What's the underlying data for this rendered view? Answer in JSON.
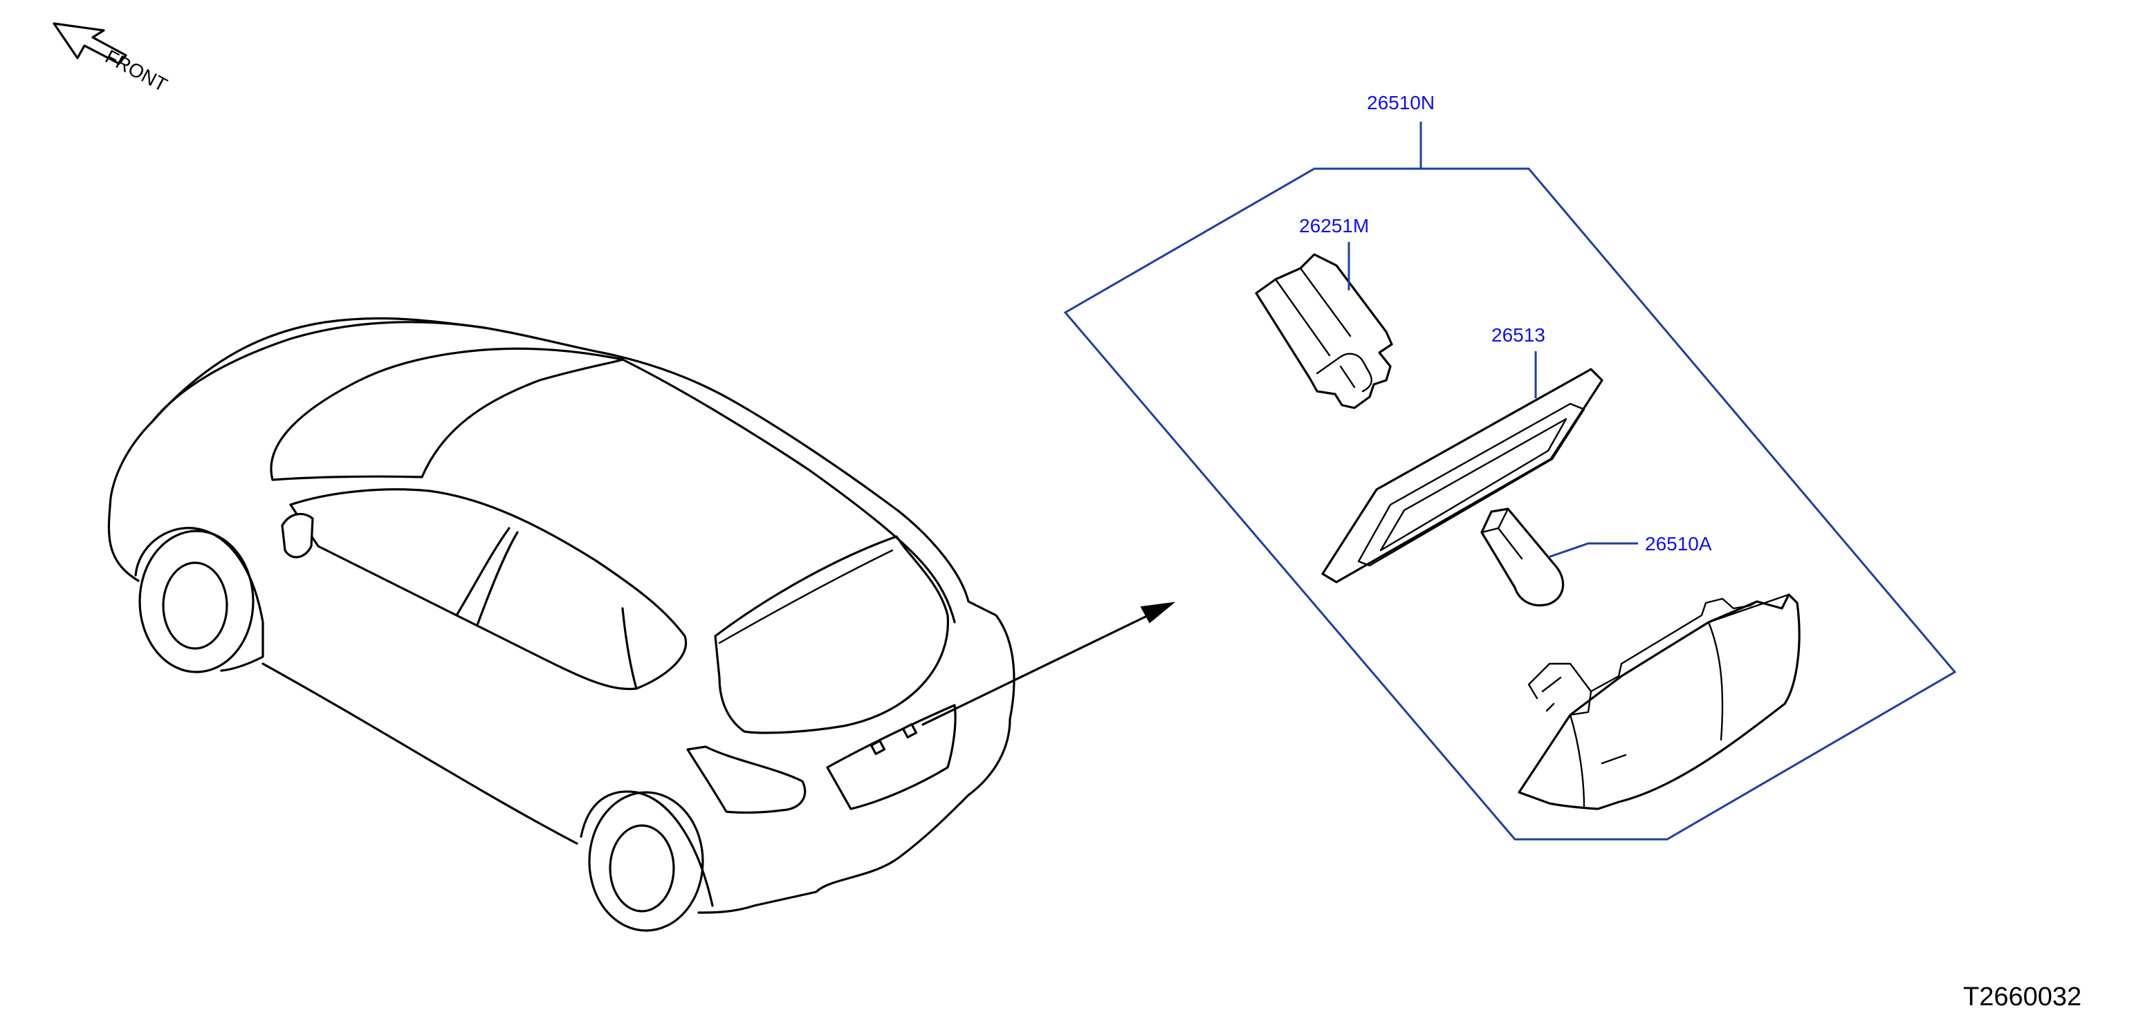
{
  "diagram": {
    "orientation_label": "FRONT",
    "figure_id": "T2660032",
    "callouts": {
      "assembly": "26510N",
      "socket": "26251M",
      "lens": "26513",
      "bulb": "26510A"
    },
    "colors": {
      "line": "#000000",
      "leader": "#1f3f99",
      "callout_text": "#1010dd"
    }
  }
}
